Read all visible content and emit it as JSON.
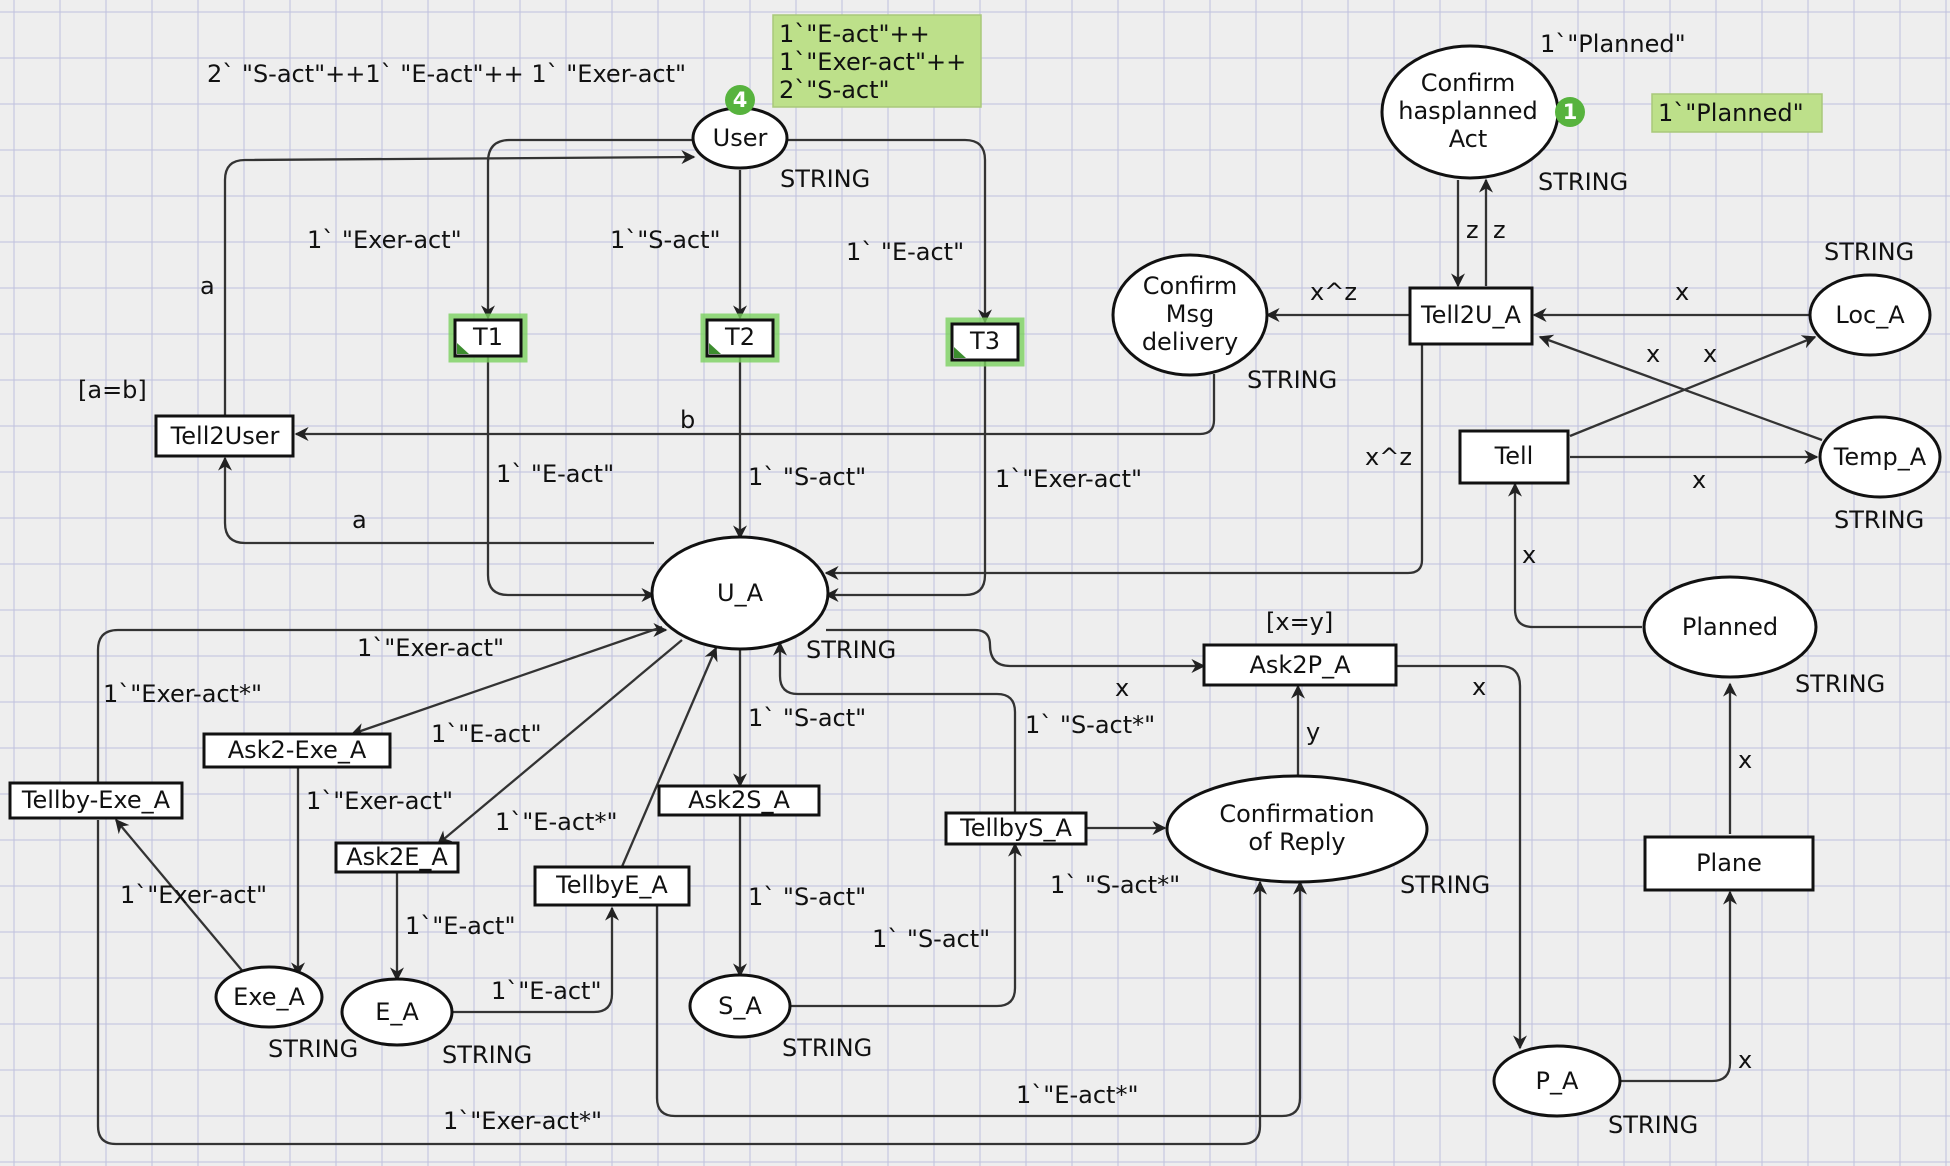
{
  "places": {
    "user": {
      "name": "User",
      "type": "STRING",
      "initial": "2` \"S-act\"++1` \"E-act\"++ 1` \"Exer-act\"",
      "tokens": "4",
      "marking": [
        "1`\"E-act\"++",
        "1`\"Exer-act\"++",
        "2`\"S-act\""
      ]
    },
    "confirm_planned": {
      "name": [
        "Confirm",
        "hasplanned",
        "Act"
      ],
      "type": "STRING",
      "initial": "1`\"Planned\"",
      "tokens": "1",
      "marking": [
        "1`\"Planned\""
      ]
    },
    "confirm_msg": {
      "name": [
        "Confirm",
        "Msg",
        "delivery"
      ],
      "type": "STRING"
    },
    "loc_a": {
      "name": "Loc_A",
      "type": "STRING"
    },
    "temp_a": {
      "name": "Temp_A",
      "type": "STRING"
    },
    "planned": {
      "name": "Planned",
      "type": "STRING"
    },
    "u_a": {
      "name": "U_A",
      "type": "STRING"
    },
    "confirmation": {
      "name": [
        "Confirmation",
        "of Reply"
      ],
      "type": "STRING"
    },
    "exe_a": {
      "name": "Exe_A",
      "type": "STRING"
    },
    "e_a": {
      "name": "E_A",
      "type": "STRING"
    },
    "s_a": {
      "name": "S_A",
      "type": "STRING"
    },
    "p_a": {
      "name": "P_A",
      "type": "STRING"
    }
  },
  "transitions": {
    "t1": {
      "name": "T1"
    },
    "t2": {
      "name": "T2"
    },
    "t3": {
      "name": "T3"
    },
    "tell2user": {
      "name": "Tell2User",
      "guard": "[a=b]"
    },
    "tell2u_a": {
      "name": "Tell2U_A"
    },
    "tell": {
      "name": "Tell"
    },
    "ask2p_a": {
      "name": "Ask2P_A",
      "guard": "[x=y]"
    },
    "plane": {
      "name": "Plane"
    },
    "ask2exe_a": {
      "name": "Ask2-Exe_A"
    },
    "tellbyexe_a": {
      "name": "Tellby-Exe_A"
    },
    "ask2e_a": {
      "name": "Ask2E_A"
    },
    "tellbye_a": {
      "name": "TellbyE_A"
    },
    "ask2s_a": {
      "name": "Ask2S_A"
    },
    "tellbys_a": {
      "name": "TellbyS_A"
    }
  },
  "arc_labels": {
    "user_t1": "1` \"Exer-act\"",
    "user_t2": "1`\"S-act\"",
    "user_t3": "1` \"E-act\"",
    "t1_ua": "1` \"E-act\"",
    "t2_ua": "1` \"S-act\"",
    "t3_ua": "1`\"Exer-act\"",
    "tell2user_user": "a",
    "tell2user_ua": "a",
    "msg_tell2user": "b",
    "tell2ua_msg": "x^z",
    "tell2ua_ua": "x^z",
    "confirm_z_down": "z",
    "confirm_z_up": "z",
    "loc_tell2ua": "x",
    "loc_cross": "x",
    "temp_cross": "x",
    "tell_temp": "x",
    "planned_tell": "x",
    "plane_planned": "x",
    "pa_plane": "x",
    "ua_ask2p": "x",
    "ask2p_pa": "x",
    "conf_ask2p": "y",
    "ua_ask2exe": "1`\"Exer-act\"",
    "tellbyexe_ua": "1`\"Exer-act*\"",
    "ua_ask2e": "1`\"E-act\"",
    "ask2exe_exe": "1`\"Exer-act\"",
    "exe_tellbyexe": "1`\"Exer-act\"",
    "ask2e_ea": "1`\"E-act\"",
    "tellbye_ua": "1`\"E-act*\"",
    "ea_tellbye": "1`\"E-act\"",
    "ua_ask2s": "1` \"S-act\"",
    "ask2s_sa": "1` \"S-act\"",
    "sa_tellbys": "1` \"S-act\"",
    "tellbys_ua": "1` \"S-act*\"",
    "tellbys_conf": "1` \"S-act*\"",
    "tellbye_conf": "1`\"E-act*\"",
    "tellbyexe_conf": "1`\"Exer-act*\""
  }
}
